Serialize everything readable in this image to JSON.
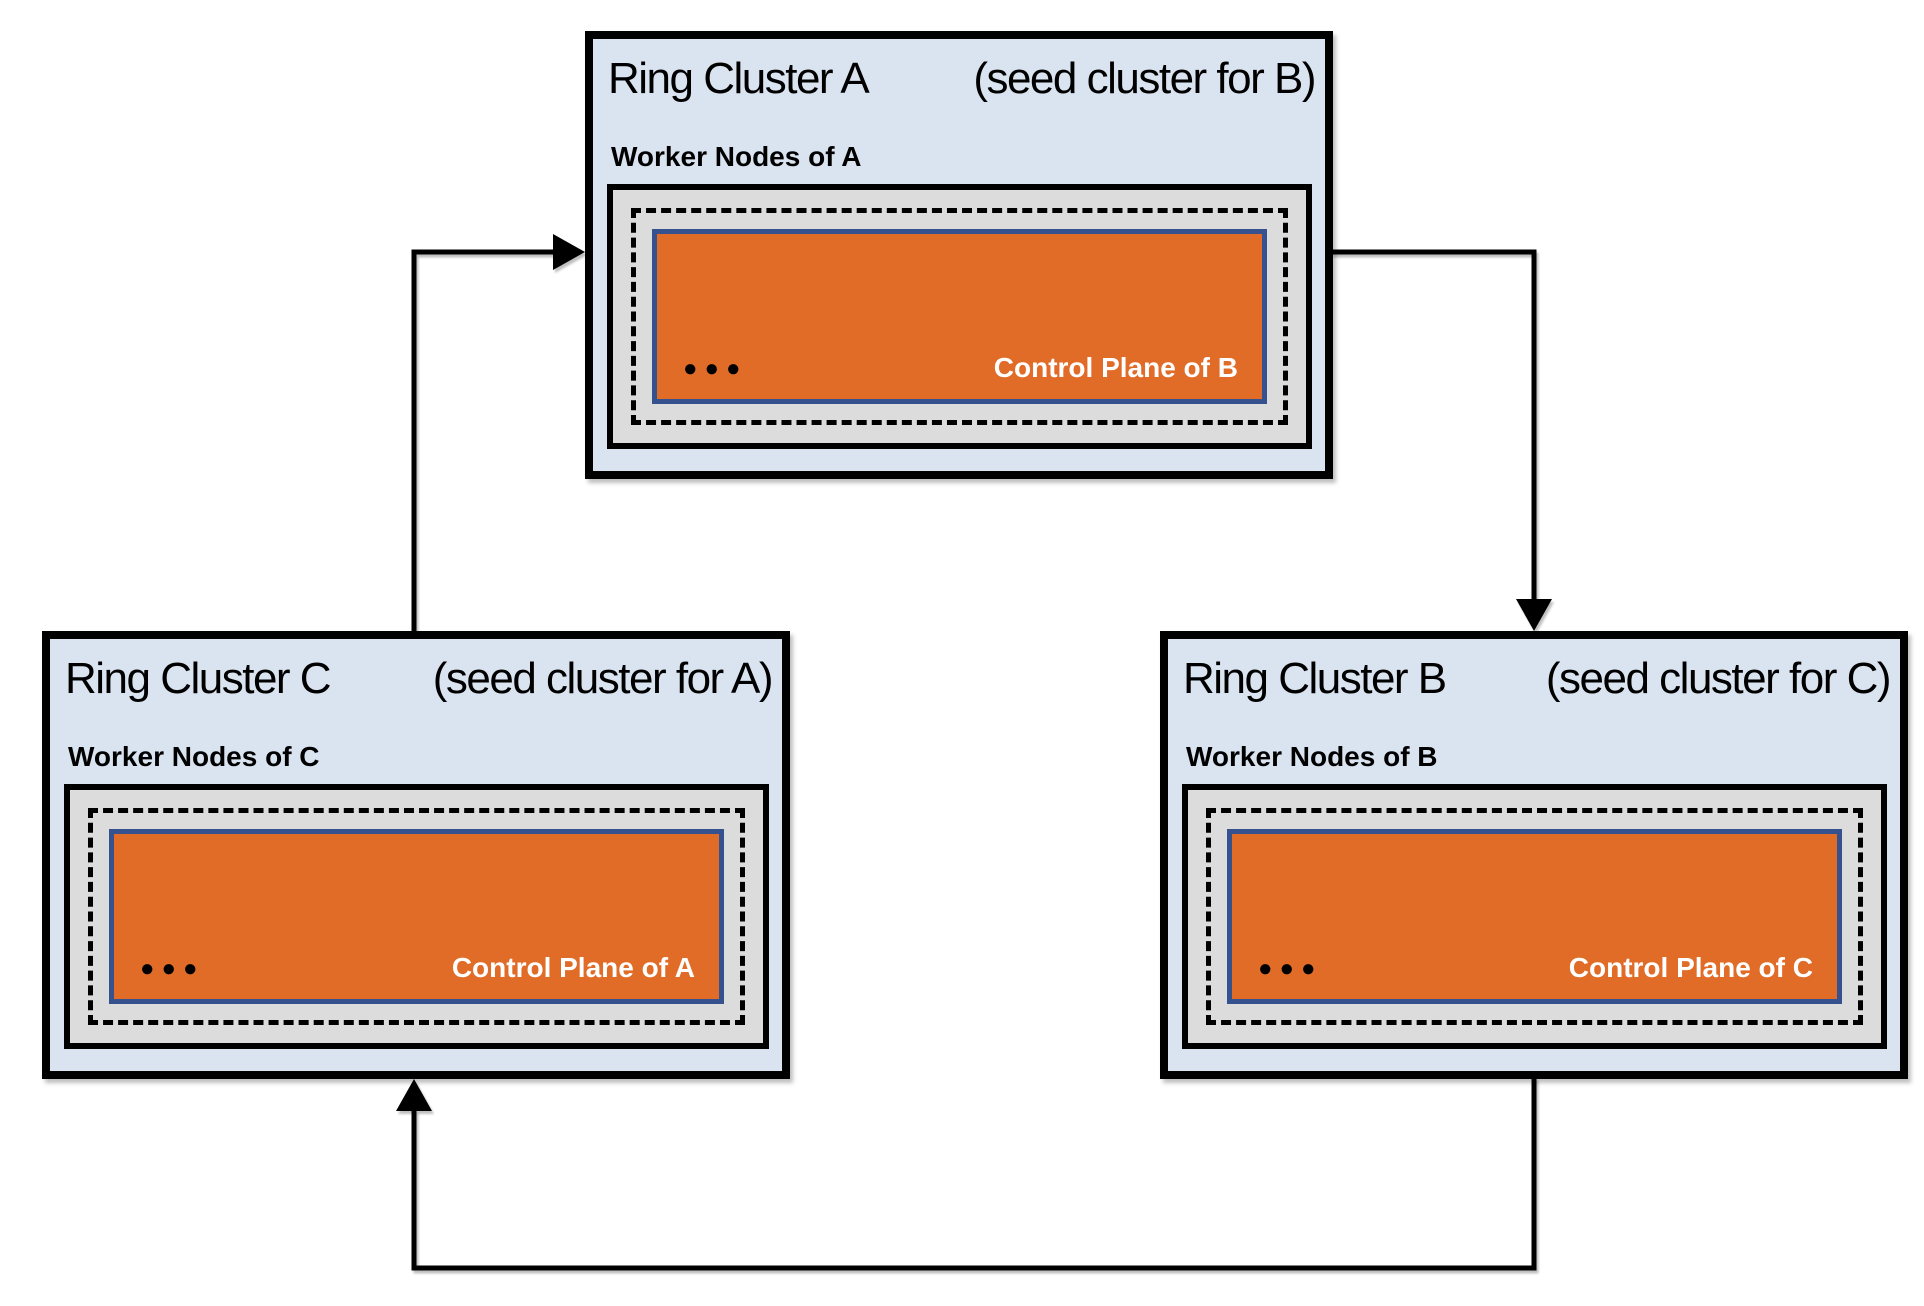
{
  "colors": {
    "cluster_fill": "#dae3f0",
    "cluster_border": "#000000",
    "worker_box_fill": "#dcdcdc",
    "worker_box_border": "#000000",
    "control_plane_fill": "#e06c28",
    "control_plane_border": "#35518e",
    "control_plane_text": "#ffffff",
    "connector": "#000000",
    "text": "#000000",
    "page_bg": "#ffffff"
  },
  "clusters": [
    {
      "name": "Ring Cluster A",
      "seed_note": "(seed cluster for B)",
      "worker_label": "Worker Nodes of A",
      "control_plane_label": "Control Plane of B",
      "ellipsis": "●●●"
    },
    {
      "name": "Ring Cluster C",
      "seed_note": "(seed cluster for A)",
      "worker_label": "Worker Nodes of C",
      "control_plane_label": "Control Plane of A",
      "ellipsis": "●●●"
    },
    {
      "name": "Ring Cluster B",
      "seed_note": "(seed cluster for C)",
      "worker_label": "Worker Nodes of B",
      "control_plane_label": "Control Plane of C",
      "ellipsis": "●●●"
    }
  ],
  "connectors": [
    {
      "from": "Ring Cluster C",
      "to": "Ring Cluster A"
    },
    {
      "from": "Ring Cluster A",
      "to": "Ring Cluster B"
    },
    {
      "from": "Ring Cluster B",
      "to": "Ring Cluster C"
    }
  ]
}
